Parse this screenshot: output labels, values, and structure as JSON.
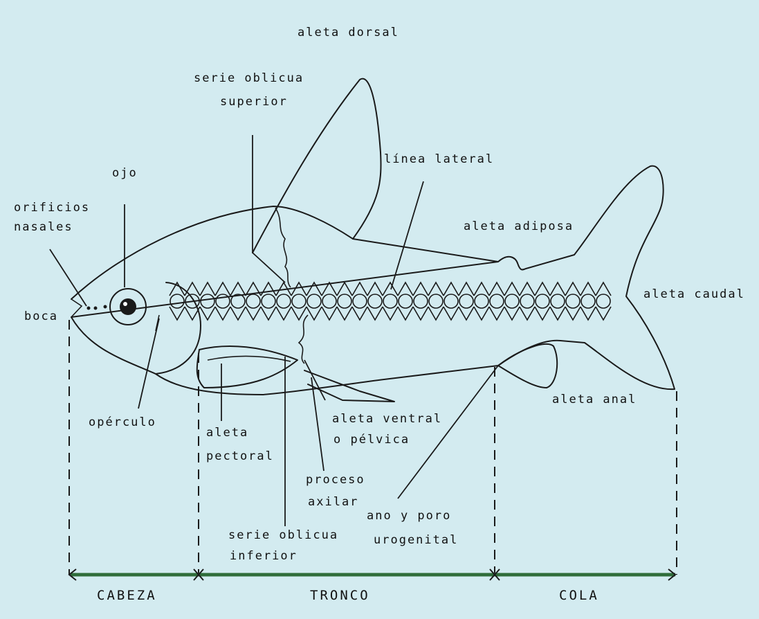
{
  "diagram": {
    "background_color": "#d3ebf0",
    "labels": {
      "aleta_dorsal": "aleta dorsal",
      "serie_oblicua_superior_1": "serie oblicua",
      "serie_oblicua_superior_2": "superior",
      "linea_lateral": "línea lateral",
      "ojo": "ojo",
      "orificios_nasales_1": "orificios",
      "orificios_nasales_2": "nasales",
      "aleta_adiposa": "aleta adiposa",
      "aleta_caudal": "aleta caudal",
      "boca": "boca",
      "operculo": "opérculo",
      "aleta_pectoral_1": "aleta",
      "aleta_pectoral_2": "pectoral",
      "aleta_ventral_1": "aleta ventral",
      "aleta_ventral_2": "o pélvica",
      "aleta_anal": "aleta anal",
      "proceso_axilar_1": "proceso",
      "proceso_axilar_2": "axilar",
      "ano_1": "ano y poro",
      "ano_2": "urogenital",
      "serie_oblicua_inferior_1": "serie oblicua",
      "serie_oblicua_inferior_2": "inferior"
    },
    "segments": {
      "cabeza": "CABEZA",
      "tronco": "TRONCO",
      "cola": "COLA"
    }
  }
}
